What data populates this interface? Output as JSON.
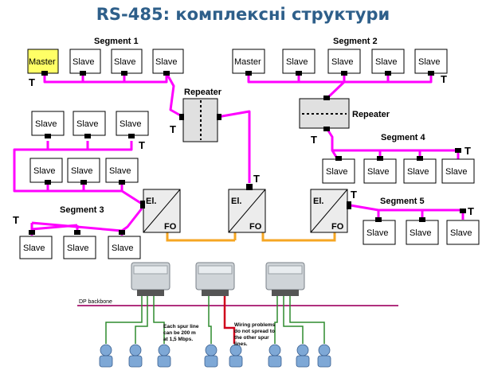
{
  "title": "RS-485: комплексні структури",
  "labels": {
    "segment1": "Segment 1",
    "segment2": "Segment 2",
    "segment3": "Segment 3",
    "segment4": "Segment 4",
    "segment5": "Segment 5",
    "repeater": "Repeater",
    "master": "Master",
    "slave": "Slave",
    "terminator": "T",
    "electrical": "El.",
    "fiber": "FO",
    "dp_backbone": "DP backbone",
    "note_spur_1": "Each spur line",
    "note_spur_2": "can be 200 m",
    "note_spur_3": "at 1,5 Mbps.",
    "note_wiring_1": "Wiring problems",
    "note_wiring_2": "do not spread to",
    "note_wiring_3": "the other spur",
    "note_wiring_4": "lines."
  },
  "colors": {
    "title": "#2e5f8a",
    "bus": "#ff00ff",
    "fiber": "#f5a623",
    "master_fill": "#ffff66",
    "repeater_fill": "#e0e0e0",
    "spur_green": "#2e8b2e",
    "spur_red": "#d0021b"
  }
}
